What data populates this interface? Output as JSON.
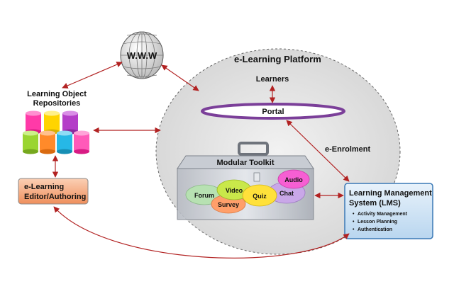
{
  "www": {
    "label": "W.W.W"
  },
  "platform": {
    "title": "e-Learning Platform"
  },
  "repositories": {
    "line1": "Learning Object",
    "line2": "Repositories"
  },
  "learners": {
    "label": "Learners"
  },
  "portal": {
    "label": "Portal"
  },
  "enrolment": {
    "label": "e-Enrolment"
  },
  "toolkit": {
    "title": "Modular Toolkit",
    "modules": {
      "forum": "Forum",
      "video": "Video",
      "survey": "Survey",
      "quiz": "Quiz",
      "chat": "Chat",
      "audio": "Audio"
    }
  },
  "editor": {
    "line1": "e-Learning",
    "line2": "Editor/Authoring"
  },
  "lms": {
    "title1": "Learning Management",
    "title2": "System (LMS)",
    "items": [
      "Activity Management",
      "Lesson Planning",
      "Authentication"
    ]
  },
  "colors": {
    "arrow": "#b22222",
    "portal_ring": "#7b3f99",
    "lms_fill": "#cde3f5",
    "lms_border": "#3a78b5",
    "editor_fill": "#f4a57a",
    "cylinder_pink": "#ff3aa8",
    "cylinder_yellow": "#ffd400",
    "cylinder_purple": "#b43ec8",
    "cylinder_green": "#9ad531",
    "cylinder_orange": "#ff8a2a",
    "cylinder_cyan": "#26b8e6",
    "module_forum": "#b7e1b2",
    "module_video": "#c9e84a",
    "module_survey": "#ff9f6a",
    "module_quiz": "#ffe13a",
    "module_chat": "#c9a7e8",
    "module_audio": "#f65fd3"
  }
}
